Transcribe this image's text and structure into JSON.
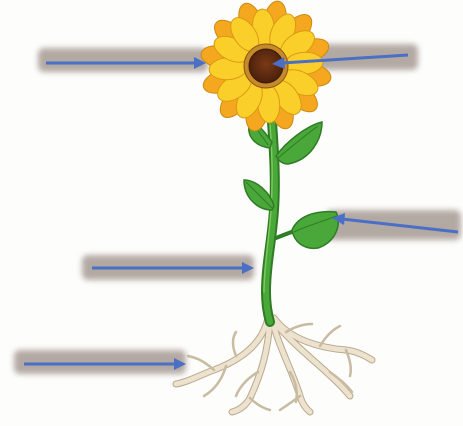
{
  "diagram": {
    "subject": "sunflower-plant",
    "labels": [
      {
        "id": "label-1",
        "text": ""
      },
      {
        "id": "label-2",
        "text": ""
      },
      {
        "id": "label-3",
        "text": ""
      },
      {
        "id": "label-4",
        "text": ""
      },
      {
        "id": "label-5",
        "text": ""
      }
    ]
  },
  "colors": {
    "arrow": "#4a6fc4",
    "label_box": "#9b8d86",
    "petal": "#f7c41b",
    "petal_back": "#f5a81f",
    "flower_center": "#5b2a12",
    "stem": "#3f9b2e",
    "leaf": "#4aa83a",
    "leaf_dark": "#2e7d24",
    "root": "#e8dcc6",
    "root_outline": "#b9a98e"
  }
}
